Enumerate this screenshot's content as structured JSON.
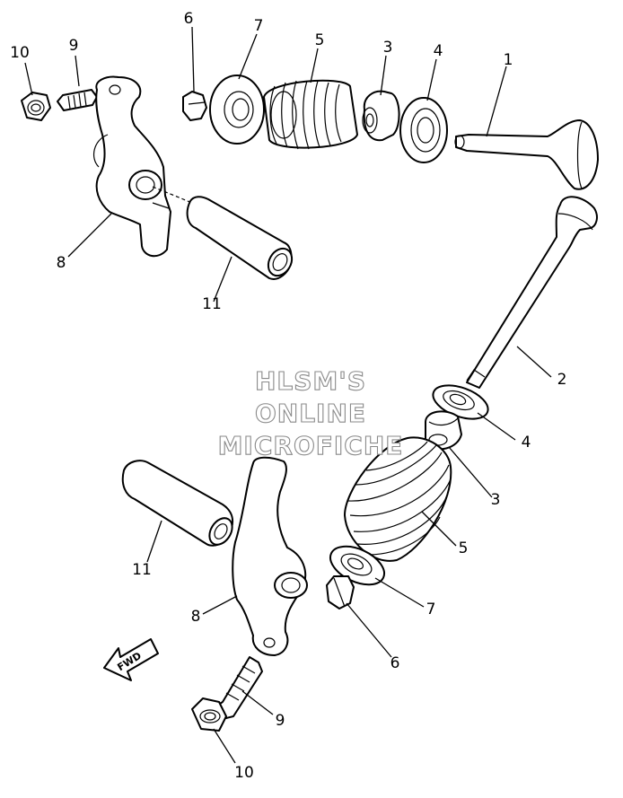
{
  "watermark": {
    "line1": "HLSM'S",
    "line2": "ONLINE",
    "line3": "MICROFICHE"
  },
  "fwd_label": "FWD",
  "callouts": {
    "top_1": "1",
    "top_3": "3",
    "top_4": "4",
    "top_5": "5",
    "top_6": "6",
    "top_7": "7",
    "top_8": "8",
    "top_9": "9",
    "top_10": "10",
    "top_11": "11",
    "bot_2": "2",
    "bot_3": "3",
    "bot_4": "4",
    "bot_5": "5",
    "bot_6": "6",
    "bot_7": "7",
    "bot_8": "8",
    "bot_9": "9",
    "bot_10": "10",
    "bot_11": "11"
  }
}
